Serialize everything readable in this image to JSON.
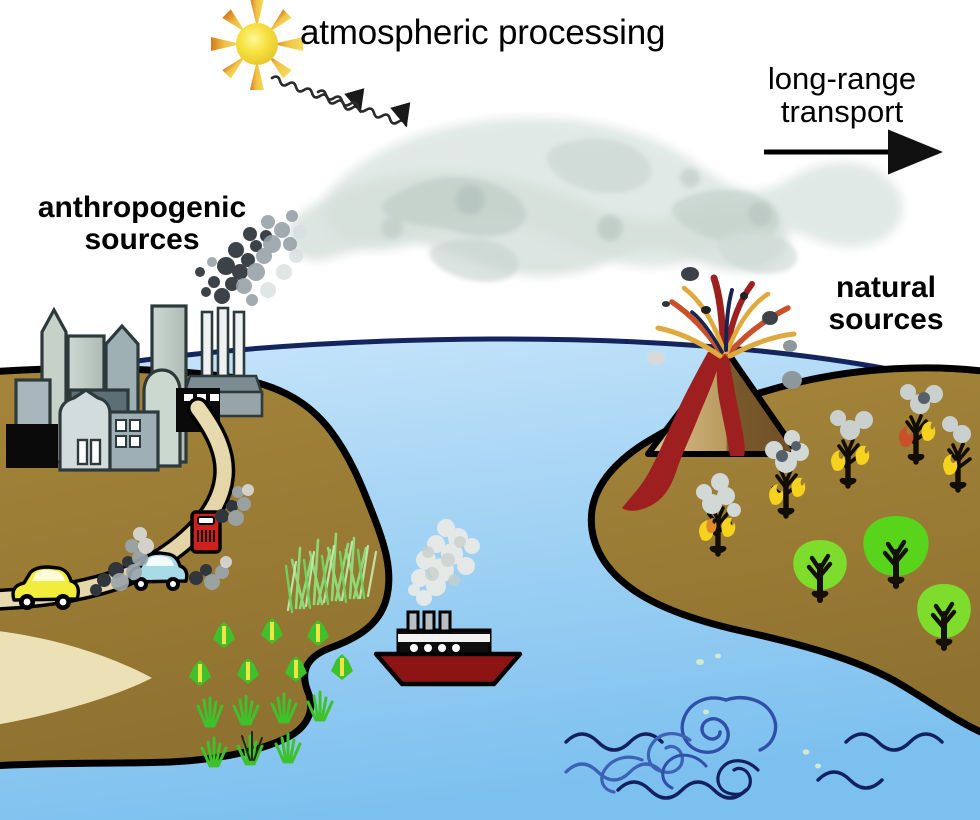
{
  "figure": {
    "title": "Atmospheric aerosol sources, processing and long-range transport",
    "type": "conceptual-schematic"
  },
  "labels": {
    "atmospheric_processing": "atmospheric processing",
    "long_range_transport": "long-range\ntransport",
    "anthropogenic_sources": "anthropogenic\nsources",
    "natural_sources": "natural\nsources"
  },
  "colors": {
    "ocean_light": "#cfe8fb",
    "ocean_mid": "#a5d3f4",
    "ocean_deep": "#7fc0ee",
    "land_brown": "#9a7b33",
    "land_brown_light": "#a98a43",
    "sand_road": "#e8dcb0",
    "coast_outline": "#0d1b3e",
    "black_outline": "#000000",
    "cloud_haze": "#dde5e2",
    "cloud_haze_dark": "#c3cfcb",
    "smoke_dark": "#3b4147",
    "smoke_grey": "#9aa3a8",
    "smoke_white": "#e9ecea",
    "sun_yellow": "#f7e03a",
    "sun_ray": "#e8a13c",
    "lava_red": "#9e1f1f",
    "lava_orange": "#e08a2a",
    "flame_yellow": "#f5d21e",
    "tree_green": "#7ddc2c",
    "crop_green": "#3fc12b",
    "ship_hull": "#8c1414",
    "car_yellow": "#f2ec3c",
    "car_blue": "#a8dbe8",
    "bus_red": "#cf2020",
    "building_grey": "#aab6bd",
    "building_dark": "#5b6b73",
    "wave_navy": "#13205e"
  },
  "scene_elements": {
    "sun": {
      "name": "sun",
      "rays": 8
    },
    "radiation_arrows": {
      "name": "solar-radiation-arrows",
      "count": 2
    },
    "aerosol_cloud": {
      "name": "aerosol-haze-plume"
    },
    "transport_arrow": {
      "name": "transport-arrow",
      "direction": "right"
    },
    "city": {
      "name": "cityscape",
      "buildings": 9
    },
    "factory": {
      "name": "factory",
      "smokestacks": 3
    },
    "vehicles": [
      {
        "name": "car-yellow",
        "type": "car"
      },
      {
        "name": "car-blue",
        "type": "car"
      },
      {
        "name": "bus-red",
        "type": "bus"
      }
    ],
    "road": {
      "name": "winding-road"
    },
    "crops": {
      "name": "agricultural-fields",
      "rows": 3
    },
    "ship": {
      "name": "cargo-ship",
      "funnels": 3,
      "portholes": 4
    },
    "volcano": {
      "name": "erupting-volcano"
    },
    "burning_trees": {
      "name": "burning-trees",
      "count": 5
    },
    "green_trees": {
      "name": "green-trees",
      "count": 3
    },
    "ocean_swirls": {
      "name": "ocean-wave-swirls"
    }
  }
}
